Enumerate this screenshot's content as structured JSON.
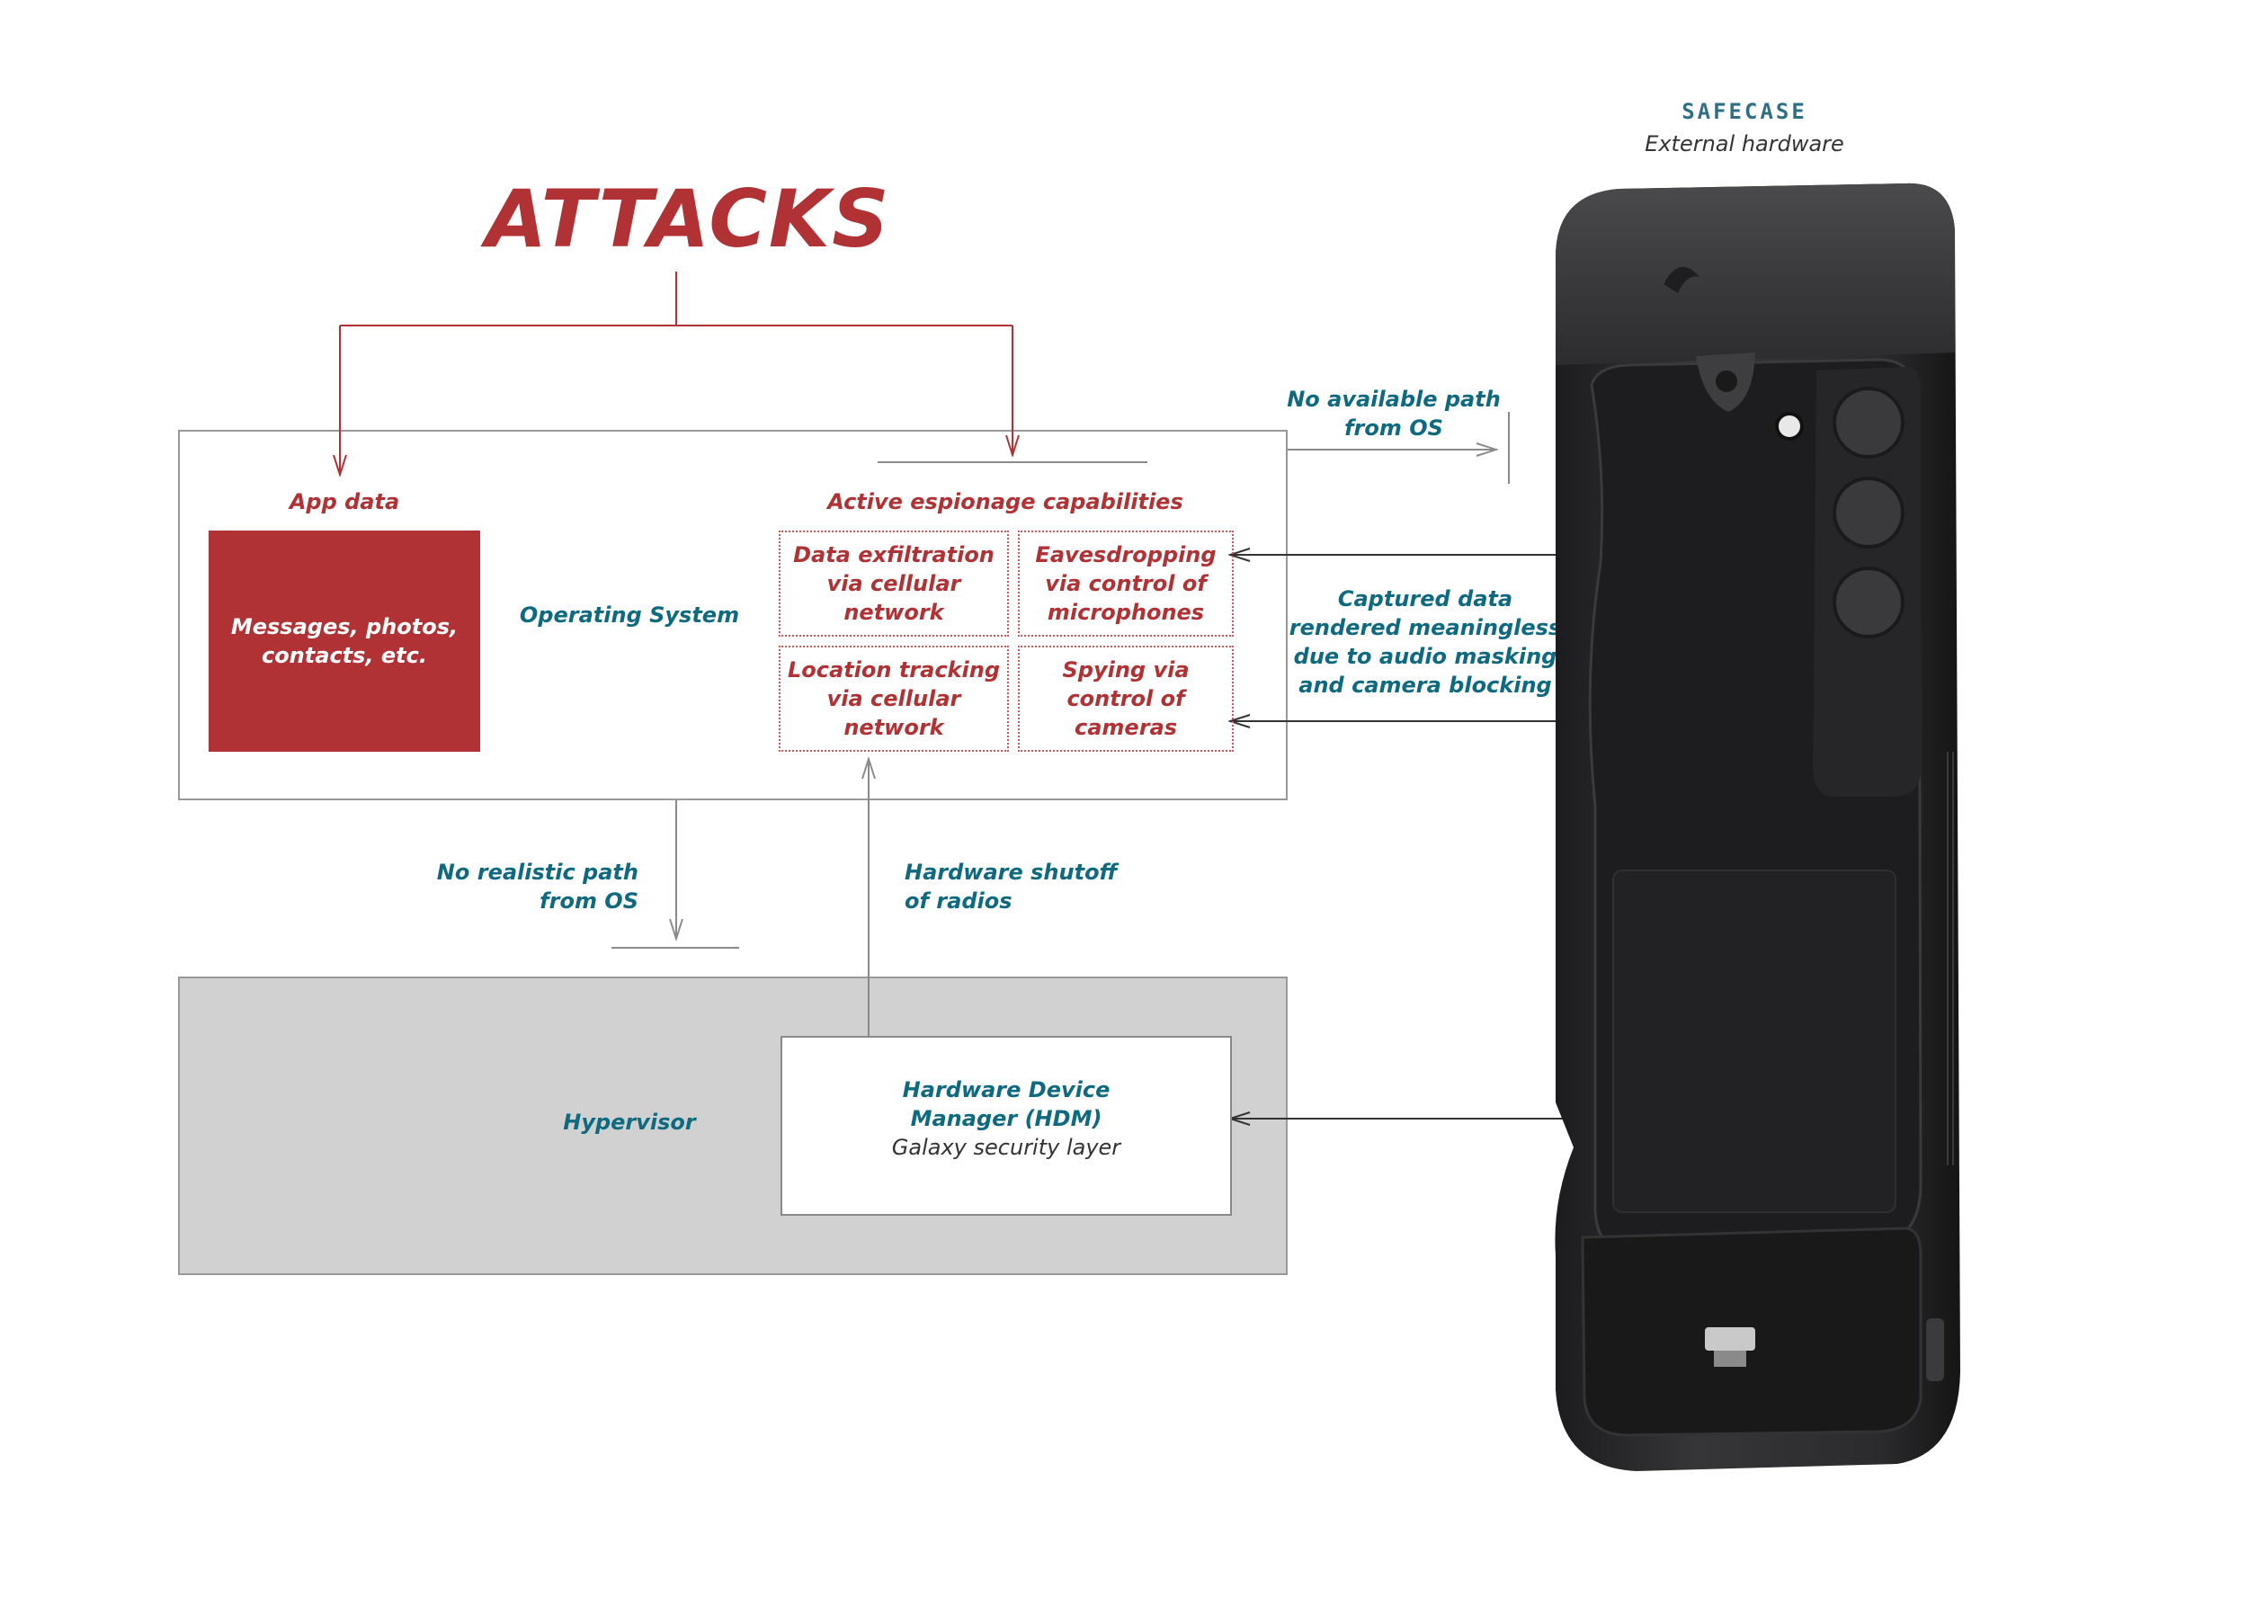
{
  "title": "ATTACKS",
  "os": {
    "label": "Operating System",
    "app_data": {
      "heading": "App data",
      "content": "Messages, photos,\ncontacts, etc."
    },
    "espionage": {
      "heading": "Active espionage capabilities",
      "items": [
        "Data exfiltration\nvia cellular\nnetwork",
        "Eavesdropping\nvia control of\nmicrophones",
        "Location tracking\nvia cellular\nnetwork",
        "Spying via\ncontrol of\ncameras"
      ]
    }
  },
  "hypervisor": {
    "label": "Hypervisor",
    "hdm": {
      "title": "Hardware Device\nManager (HDM)",
      "subtitle": "Galaxy security layer"
    }
  },
  "paths": {
    "no_realistic": "No realistic path\nfrom OS",
    "shutoff": "Hardware shutoff\nof radios",
    "no_available": "No available path\nfrom OS",
    "captured": "Captured data\nrendered meaningless\ndue to audio masking\nand camera blocking"
  },
  "safecase": {
    "name": "SAFECASE",
    "subtitle": "External hardware"
  },
  "colors": {
    "attack_red": "#b03234",
    "label_teal": "#0f6a80",
    "hypervisor_gray": "#d1d1d1",
    "case_dark": "#2b2b2d"
  }
}
